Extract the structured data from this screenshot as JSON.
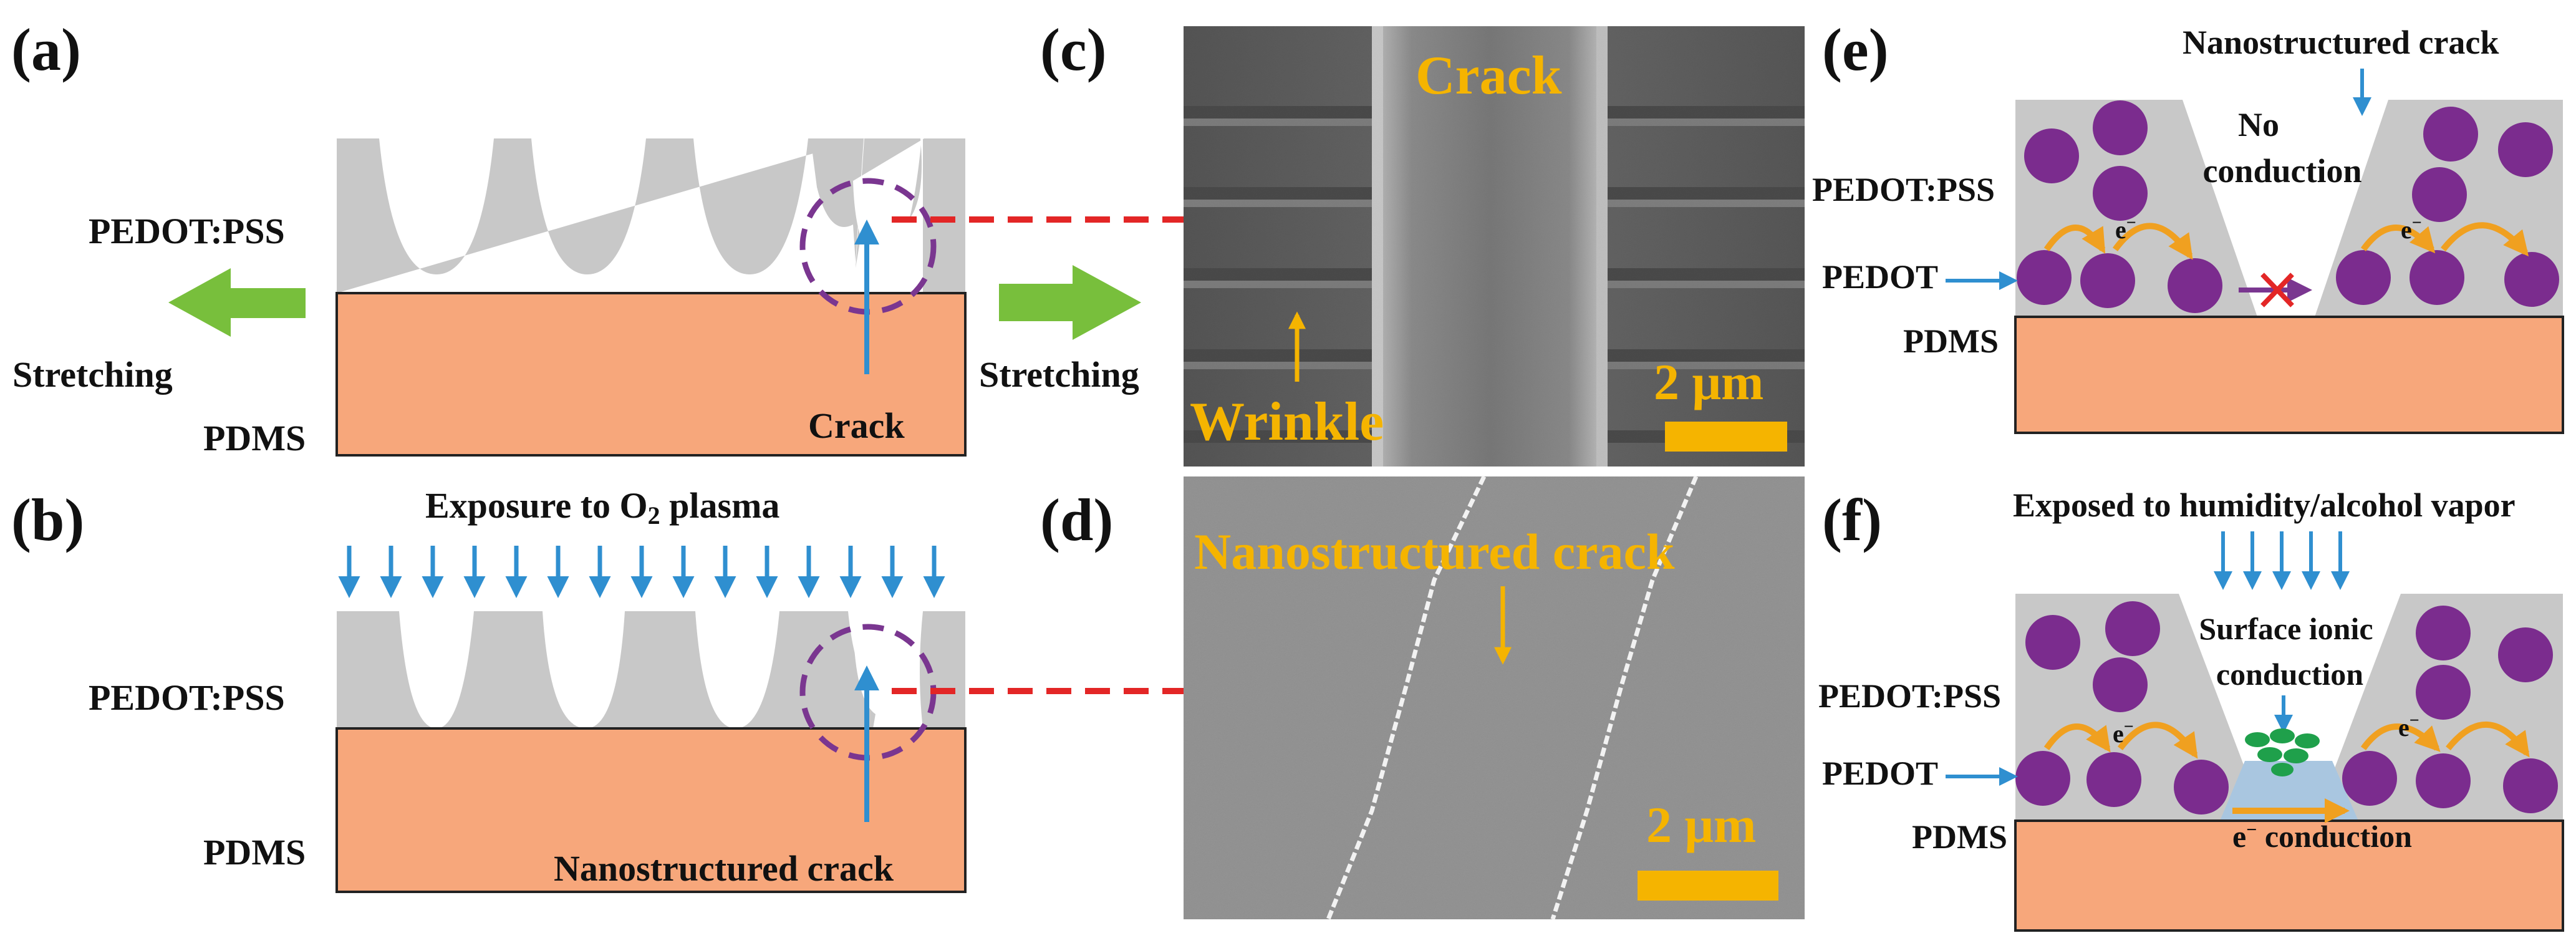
{
  "colors": {
    "pedot_pss": "#c8c8c8",
    "pdms": "#f7a77b",
    "pedot_particle": "#7b2c8e",
    "green_arrow": "#78bf3c",
    "blue_arrow": "#2f8fd0",
    "red_arrow": "#e32626",
    "orange_arrow": "#f0a020",
    "purple_circle": "#7a3690",
    "sem_label": "#f5b400",
    "ion_green": "#1fa04b"
  },
  "panel_a": {
    "label": "(a)",
    "pedot_pss": "PEDOT:PSS",
    "pdms": "PDMS",
    "stretching_left": "Stretching",
    "crack": "Crack"
  },
  "stretching_right": "Stretching",
  "panel_b": {
    "label": "(b)",
    "exposure_prefix": "Exposure to O",
    "exposure_sub": "2",
    "exposure_suffix": " plasma",
    "pedot_pss": "PEDOT:PSS",
    "pdms": "PDMS",
    "nanostructured_crack": "Nanostructured crack"
  },
  "panel_c": {
    "label": "(c)",
    "crack": "Crack",
    "wrinkle": "Wrinkle",
    "scale": "2 μm"
  },
  "panel_d": {
    "label": "(d)",
    "nanostructured_crack": "Nanostructured crack",
    "scale": "2 μm"
  },
  "panel_e": {
    "label": "(e)",
    "nanostructured_crack": "Nanostructured crack",
    "no_conduction_1": "No",
    "no_conduction_2": "conduction",
    "pedot_pss": "PEDOT:PSS",
    "pedot": "PEDOT",
    "pdms": "PDMS",
    "electron": "e",
    "electron_sup": "−"
  },
  "panel_f": {
    "label": "(f)",
    "exposed": "Exposed to humidity/alcohol vapor",
    "surface_ionic_1": "Surface ionic",
    "surface_ionic_2": "conduction",
    "pedot_pss": "PEDOT:PSS",
    "pedot": "PEDOT",
    "pdms": "PDMS",
    "electron": "e",
    "electron_sup": "−",
    "e_conduction": " conduction"
  }
}
